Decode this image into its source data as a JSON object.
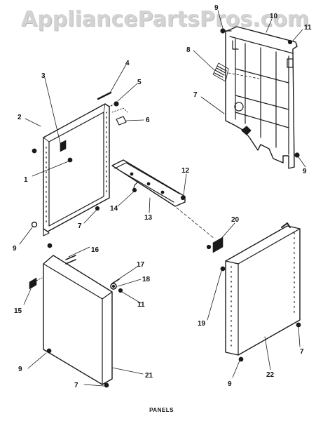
{
  "watermark": "AppliancePartsPros.com",
  "caption": "PANELS",
  "callouts": [
    {
      "id": "c1",
      "label": "1"
    },
    {
      "id": "c2",
      "label": "2"
    },
    {
      "id": "c3",
      "label": "3"
    },
    {
      "id": "c4",
      "label": "4"
    },
    {
      "id": "c5",
      "label": "5"
    },
    {
      "id": "c6",
      "label": "6"
    },
    {
      "id": "c7a",
      "label": "7"
    },
    {
      "id": "c7b",
      "label": "7"
    },
    {
      "id": "c7c",
      "label": "7"
    },
    {
      "id": "c7d",
      "label": "7"
    },
    {
      "id": "c8",
      "label": "8"
    },
    {
      "id": "c9a",
      "label": "9"
    },
    {
      "id": "c9b",
      "label": "9"
    },
    {
      "id": "c9c",
      "label": "9"
    },
    {
      "id": "c9d",
      "label": "9"
    },
    {
      "id": "c9e",
      "label": "9"
    },
    {
      "id": "c10",
      "label": "10"
    },
    {
      "id": "c11a",
      "label": "11"
    },
    {
      "id": "c11b",
      "label": "11"
    },
    {
      "id": "c12",
      "label": "12"
    },
    {
      "id": "c13",
      "label": "13"
    },
    {
      "id": "c14",
      "label": "14"
    },
    {
      "id": "c15",
      "label": "15"
    },
    {
      "id": "c16",
      "label": "16"
    },
    {
      "id": "c17",
      "label": "17"
    },
    {
      "id": "c18",
      "label": "18"
    },
    {
      "id": "c19",
      "label": "19"
    },
    {
      "id": "c20",
      "label": "20"
    },
    {
      "id": "c21",
      "label": "21"
    },
    {
      "id": "c22",
      "label": "22"
    }
  ]
}
